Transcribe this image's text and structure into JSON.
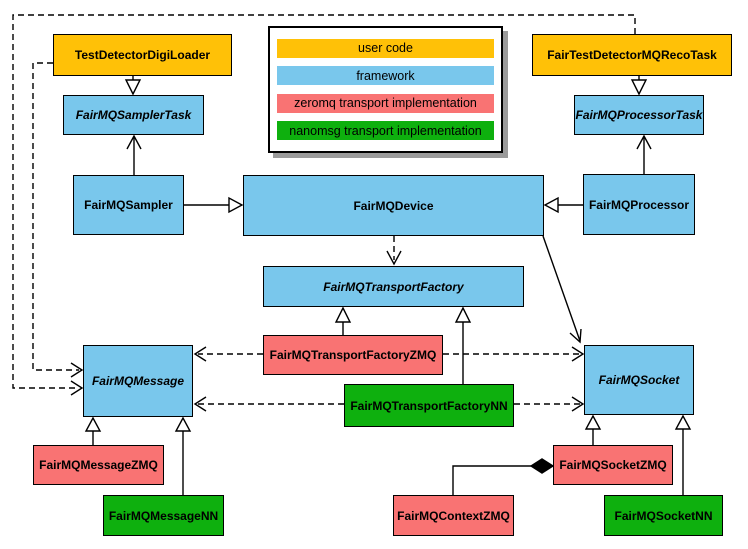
{
  "colors": {
    "user_code": "#FFC107",
    "framework": "#79C7EC",
    "zeromq": "#F97373",
    "nanomsg": "#0EB00E"
  },
  "legend": {
    "items": [
      {
        "label": "user code",
        "color": "#FFC107"
      },
      {
        "label": "framework",
        "color": "#79C7EC"
      },
      {
        "label": "zeromq transport implementation",
        "color": "#F97373"
      },
      {
        "label": "nanomsg transport implementation",
        "color": "#0EB00E"
      }
    ]
  },
  "nodes": {
    "digi_loader": {
      "label": "TestDetectorDigiLoader",
      "category": "user code",
      "abstract": false
    },
    "reco_task": {
      "label": "FairTestDetectorMQRecoTask",
      "category": "user code",
      "abstract": false
    },
    "sampler_task": {
      "label": "FairMQSamplerTask",
      "category": "framework",
      "abstract": true
    },
    "processor_task": {
      "label": "FairMQProcessorTask",
      "category": "framework",
      "abstract": true
    },
    "sampler": {
      "label": "FairMQSampler",
      "category": "framework",
      "abstract": false
    },
    "device": {
      "label": "FairMQDevice",
      "category": "framework",
      "abstract": false
    },
    "processor": {
      "label": "FairMQProcessor",
      "category": "framework",
      "abstract": false
    },
    "transport_factory": {
      "label": "FairMQTransportFactory",
      "category": "framework",
      "abstract": true
    },
    "transport_factory_zmq": {
      "label": "FairMQTransportFactoryZMQ",
      "category": "zeromq",
      "abstract": false
    },
    "transport_factory_nn": {
      "label": "FairMQTransportFactoryNN",
      "category": "nanomsg",
      "abstract": false
    },
    "message": {
      "label": "FairMQMessage",
      "category": "framework",
      "abstract": true
    },
    "socket": {
      "label": "FairMQSocket",
      "category": "framework",
      "abstract": true
    },
    "message_zmq": {
      "label": "FairMQMessageZMQ",
      "category": "zeromq",
      "abstract": false
    },
    "message_nn": {
      "label": "FairMQMessageNN",
      "category": "nanomsg",
      "abstract": false
    },
    "socket_zmq": {
      "label": "FairMQSocketZMQ",
      "category": "zeromq",
      "abstract": false
    },
    "context_zmq": {
      "label": "FairMQContextZMQ",
      "category": "zeromq",
      "abstract": false
    },
    "socket_nn": {
      "label": "FairMQSocketNN",
      "category": "nanomsg",
      "abstract": false
    }
  },
  "edges": [
    {
      "from": "TestDetectorDigiLoader",
      "to": "FairMQSamplerTask",
      "type": "inheritance"
    },
    {
      "from": "FairTestDetectorMQRecoTask",
      "to": "FairMQProcessorTask",
      "type": "inheritance"
    },
    {
      "from": "FairMQSampler",
      "to": "FairMQSamplerTask",
      "type": "association"
    },
    {
      "from": "FairMQProcessor",
      "to": "FairMQProcessorTask",
      "type": "association"
    },
    {
      "from": "FairMQSampler",
      "to": "FairMQDevice",
      "type": "inheritance"
    },
    {
      "from": "FairMQProcessor",
      "to": "FairMQDevice",
      "type": "inheritance"
    },
    {
      "from": "FairMQDevice",
      "to": "FairMQTransportFactory",
      "type": "dashed-dependency"
    },
    {
      "from": "FairMQDevice",
      "to": "FairMQSocket",
      "type": "association"
    },
    {
      "from": "FairMQTransportFactoryZMQ",
      "to": "FairMQTransportFactory",
      "type": "inheritance"
    },
    {
      "from": "FairMQTransportFactoryNN",
      "to": "FairMQTransportFactory",
      "type": "inheritance"
    },
    {
      "from": "FairMQTransportFactoryZMQ",
      "to": "FairMQMessage",
      "type": "dashed-dependency"
    },
    {
      "from": "FairMQTransportFactoryZMQ",
      "to": "FairMQSocket",
      "type": "dashed-dependency"
    },
    {
      "from": "FairMQTransportFactoryNN",
      "to": "FairMQMessage",
      "type": "dashed-dependency"
    },
    {
      "from": "FairMQTransportFactoryNN",
      "to": "FairMQSocket",
      "type": "dashed-dependency"
    },
    {
      "from": "TestDetectorDigiLoader",
      "to": "FairMQMessage",
      "type": "dashed-dependency"
    },
    {
      "from": "FairTestDetectorMQRecoTask",
      "to": "FairMQMessage",
      "type": "dashed-dependency"
    },
    {
      "from": "FairMQMessageZMQ",
      "to": "FairMQMessage",
      "type": "inheritance"
    },
    {
      "from": "FairMQMessageNN",
      "to": "FairMQMessage",
      "type": "inheritance"
    },
    {
      "from": "FairMQSocketZMQ",
      "to": "FairMQSocket",
      "type": "inheritance"
    },
    {
      "from": "FairMQSocketNN",
      "to": "FairMQSocket",
      "type": "inheritance"
    },
    {
      "from": "FairMQSocketZMQ",
      "to": "FairMQContextZMQ",
      "type": "composition"
    }
  ]
}
